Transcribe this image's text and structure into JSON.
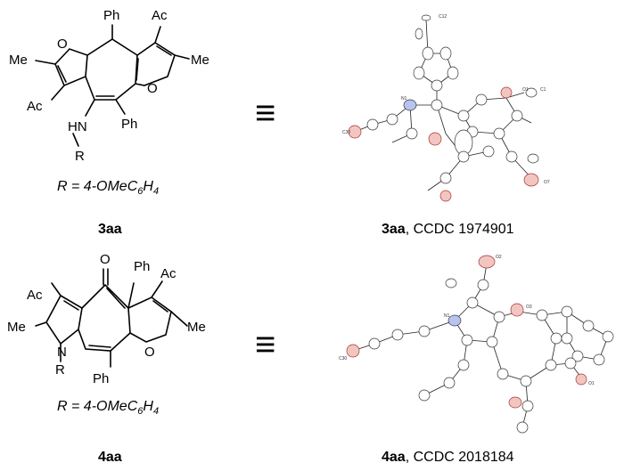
{
  "structures": {
    "top": {
      "compound": "3aa",
      "r_group": "R = 4-OMeC",
      "r_sub1": "6",
      "r_mid": "H",
      "r_sub2": "4",
      "ccdc_prefix": "3aa",
      "ccdc_text": ", CCDC 1974901",
      "atom_labels": {
        "me_left": "Me",
        "me_right": "Me",
        "ac_left": "Ac",
        "ac_top": "Ac",
        "ph_top": "Ph",
        "ph_bottom": "Ph",
        "o_left": "O",
        "o_right": "O",
        "hn": "HN",
        "r": "R"
      }
    },
    "bottom": {
      "compound": "4aa",
      "r_group": "R = 4-OMeC",
      "r_sub1": "6",
      "r_mid": "H",
      "r_sub2": "4",
      "ccdc_prefix": "4aa",
      "ccdc_text": ", CCDC 2018184",
      "atom_labels": {
        "ac_left": "Ac",
        "ac_right": "Ac",
        "ketone_o": "O",
        "ph_top": "Ph",
        "ph_bottom": "Ph",
        "me_left": "Me",
        "me_right": "Me",
        "n": "N",
        "r": "R",
        "o_ring": "O"
      }
    }
  },
  "equivalence_symbol": "≡"
}
